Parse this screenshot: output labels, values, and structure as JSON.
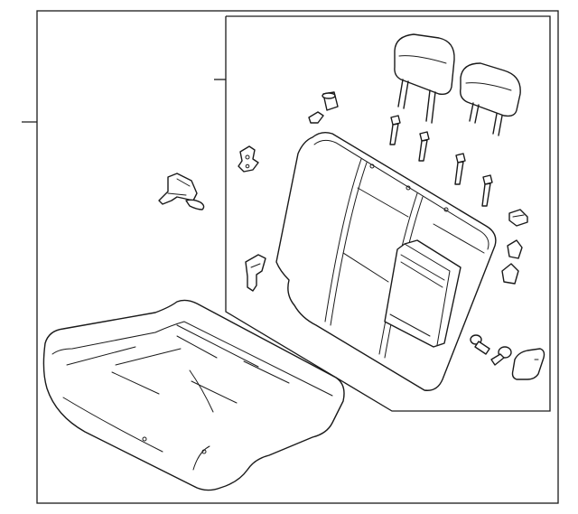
{
  "diagram": {
    "colors": {
      "line": "#1a1a1a",
      "background": "#ffffff"
    },
    "parts": [
      "headrest-left",
      "headrest-right",
      "headrest-guide",
      "hinge-bracket",
      "seatback-bolt",
      "seatback-cushion",
      "armrest",
      "trim-clip",
      "cover-cap",
      "seat-cushion",
      "lower-bracket",
      "latch-bracket",
      "mounting-bolt",
      "striker-cover"
    ]
  }
}
